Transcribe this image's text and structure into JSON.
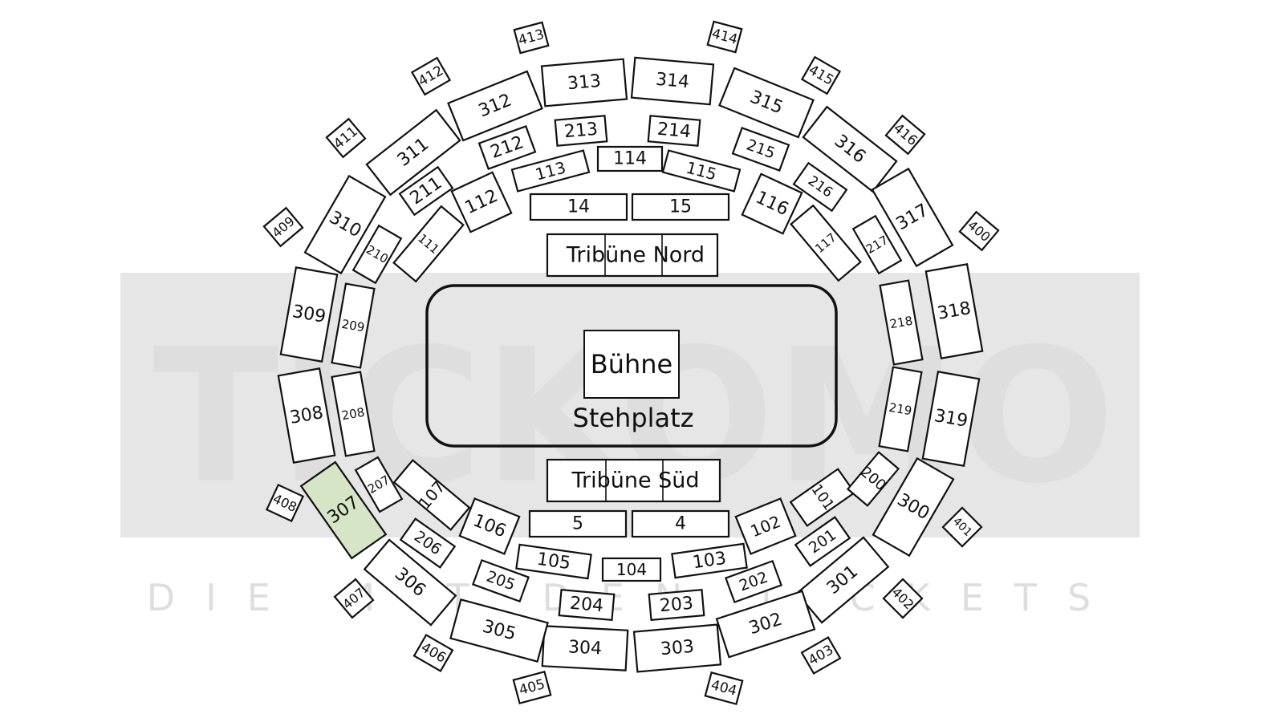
{
  "watermark": {
    "logo": "TICKOMO",
    "tagline": "DIE MIT DEN TICKETS"
  },
  "colors": {
    "selected": "#d6e5c5",
    "outline": "#111111",
    "watermark": "#e2e2e2"
  },
  "map": {
    "selected_section": "307",
    "stage": "Bühne",
    "floor": "Stehplatz",
    "tribune_north": "Tribüne Nord",
    "tribune_south": "Tribüne Süd",
    "sections": [
      "4",
      "5",
      "14",
      "15",
      "101",
      "102",
      "103",
      "104",
      "105",
      "106",
      "107",
      "111",
      "112",
      "113",
      "114",
      "115",
      "116",
      "117",
      "200",
      "201",
      "202",
      "203",
      "204",
      "205",
      "206",
      "207",
      "208",
      "209",
      "210",
      "211",
      "212",
      "213",
      "214",
      "215",
      "216",
      "217",
      "218",
      "219",
      "300",
      "301",
      "302",
      "303",
      "304",
      "305",
      "306",
      "307",
      "308",
      "309",
      "310",
      "311",
      "312",
      "313",
      "314",
      "315",
      "316",
      "317",
      "318",
      "319",
      "400",
      "401",
      "402",
      "403",
      "404",
      "405",
      "406",
      "407",
      "408",
      "409",
      "411",
      "412",
      "413",
      "414",
      "415",
      "416"
    ]
  }
}
